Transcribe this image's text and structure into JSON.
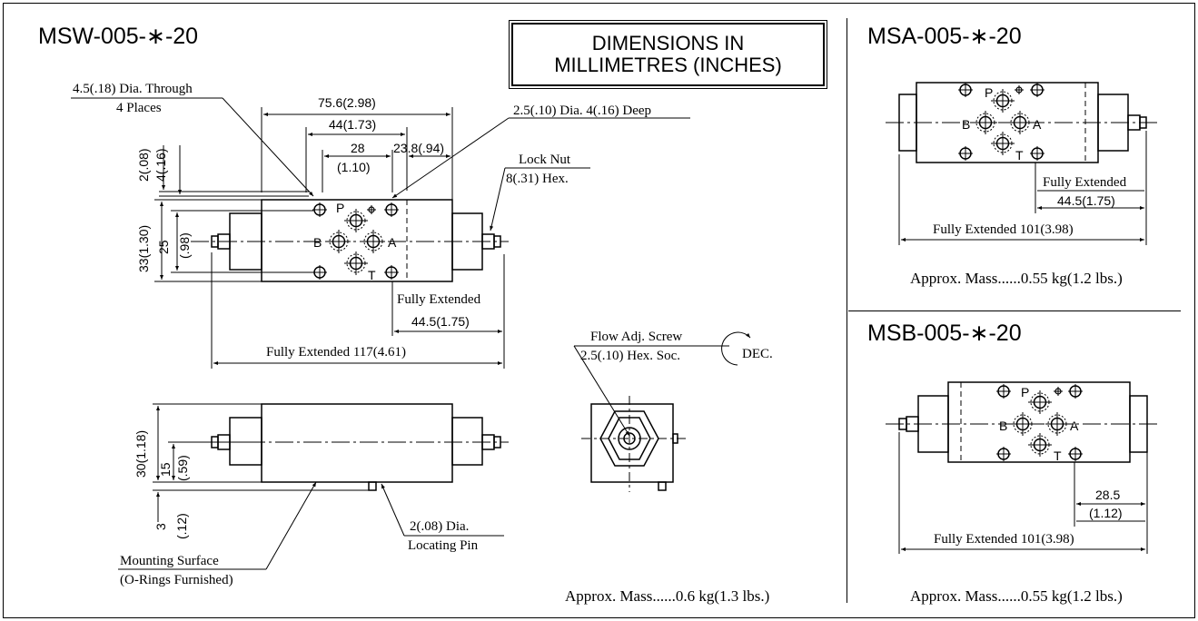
{
  "titles": {
    "msw": "MSW-005-∗-20",
    "msa": "MSA-005-∗-20",
    "msb": "MSB-005-∗-20"
  },
  "dimension_box": {
    "line1": "DIMENSIONS IN",
    "line2": "MILLIMETRES (INCHES)"
  },
  "msw_top": {
    "hole_callout_1": "4.5(.18) Dia. Through",
    "hole_callout_2": "4 Places",
    "dim_overall": "75.6(2.98)",
    "dim_44": "44(1.73)",
    "dim_28": "28",
    "dim_28_in": "(1.10)",
    "dim_23_8": "23.8(.94)",
    "pin_callout": "2.5(.10) Dia. 4(.16) Deep",
    "lock_nut_1": "Lock Nut",
    "lock_nut_2": "8(.31) Hex.",
    "v_2": "2(.08)",
    "v_4": "4(.16)",
    "v_33": "33(1.30)",
    "v_25": "25",
    "v_98": "(.98)",
    "fully_ext_small": "Fully Extended",
    "dim_44_5": "44.5(1.75)",
    "fully_ext_117": "Fully Extended 117(4.61)"
  },
  "ports": {
    "p": "P",
    "a": "A",
    "b": "B",
    "t": "T"
  },
  "msw_side": {
    "v_30": "30(1.18)",
    "v_15": "15",
    "v_59": "(.59)",
    "v_3": "3",
    "v_12": "(.12)",
    "pin_1": "2(.08) Dia.",
    "pin_2": "Locating Pin",
    "mount_1": "Mounting Surface",
    "mount_2": "(O-Rings Furnished)"
  },
  "screw": {
    "label_1": "Flow Adj. Screw",
    "label_2": "2.5(.10) Hex. Soc.",
    "dec": "DEC."
  },
  "msw_mass": "Approx. Mass......0.6 kg(1.3 lbs.)",
  "msa": {
    "fully_ext_small": "Fully Extended",
    "dim_44_5": "44.5(1.75)",
    "fully_ext_101": "Fully Extended 101(3.98)",
    "mass": "Approx. Mass......0.55 kg(1.2 lbs.)"
  },
  "msb": {
    "dim_28_5": "28.5",
    "dim_28_5_in": "(1.12)",
    "fully_ext_101": "Fully Extended 101(3.98)",
    "mass": "Approx. Mass......0.55 kg(1.2 lbs.)"
  }
}
